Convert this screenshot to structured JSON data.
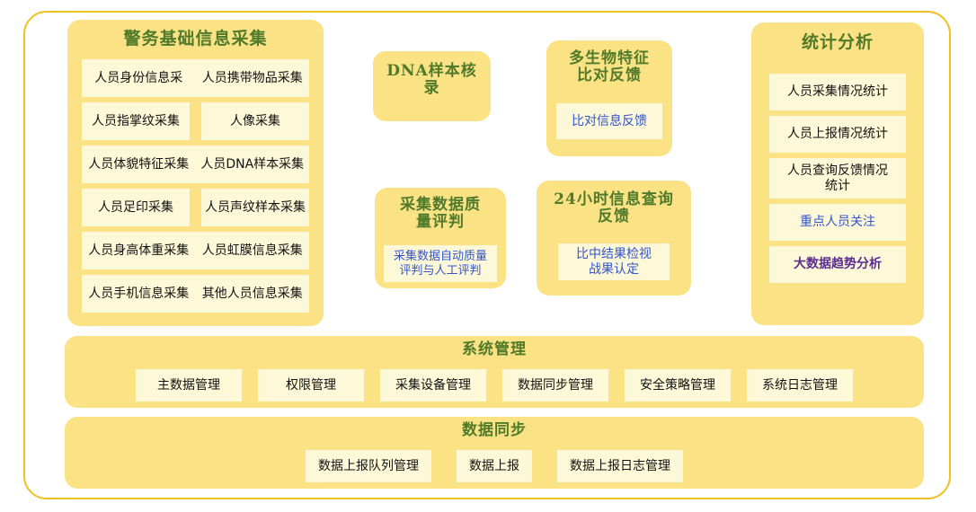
{
  "diagram": {
    "colors": {
      "frame_border": "#eec020",
      "panel_bg": "#fbe285",
      "item_bg": "#fdf8d7",
      "title_text": "#4f7a2a",
      "item_text": "#111111",
      "accent_blue": "#3355cc",
      "accent_purple": "#5b2d8e"
    },
    "panels": {
      "collect": {
        "title": "警务基础信息采集",
        "rows": [
          {
            "type": "full",
            "labels": [
              "人员身份信息采",
              "人员携带物品采集"
            ]
          },
          {
            "type": "split",
            "labels": [
              "人员指掌纹采集",
              "人像采集"
            ]
          },
          {
            "type": "full",
            "labels": [
              "人员体貌特征采集",
              "人员DNA样本采集"
            ]
          },
          {
            "type": "split",
            "labels": [
              "人员足印采集",
              "人员声纹样本采集"
            ]
          },
          {
            "type": "full",
            "labels": [
              "人员身高体重采集",
              "人员虹膜信息采集"
            ]
          },
          {
            "type": "full",
            "labels": [
              "人员手机信息采集",
              "其他人员信息采集"
            ]
          }
        ]
      },
      "dna": {
        "title": "DNA样本核\n录"
      },
      "bio": {
        "title": "多生物特征\n比对反馈",
        "item": "比对信息反馈"
      },
      "quality": {
        "title": "采集数据质\n量评判",
        "item": "采集数据自动质量\n评判与人工评判"
      },
      "query": {
        "title": "24小时信息查询\n反馈",
        "item": "比中结果检视\n战果认定"
      },
      "stats": {
        "title": "统计分析",
        "items": [
          {
            "label": "人员采集情况统计",
            "style": "normal",
            "lines": 1
          },
          {
            "label": "人员上报情况统计",
            "style": "normal",
            "lines": 1
          },
          {
            "label": "人员查询反馈情况\n统计",
            "style": "normal",
            "lines": 2
          },
          {
            "label": "重点人员关注",
            "style": "blue",
            "lines": 1
          },
          {
            "label": "大数据趋势分析",
            "style": "purple",
            "lines": 1
          }
        ]
      },
      "sysmgmt": {
        "title": "系统管理",
        "items": [
          "主数据管理",
          "权限管理",
          "采集设备管理",
          "数据同步管理",
          "安全策略管理",
          "系统日志管理"
        ]
      },
      "datasync": {
        "title": "数据同步",
        "items": [
          "数据上报队列管理",
          "数据上报",
          "数据上报日志管理"
        ]
      }
    }
  }
}
